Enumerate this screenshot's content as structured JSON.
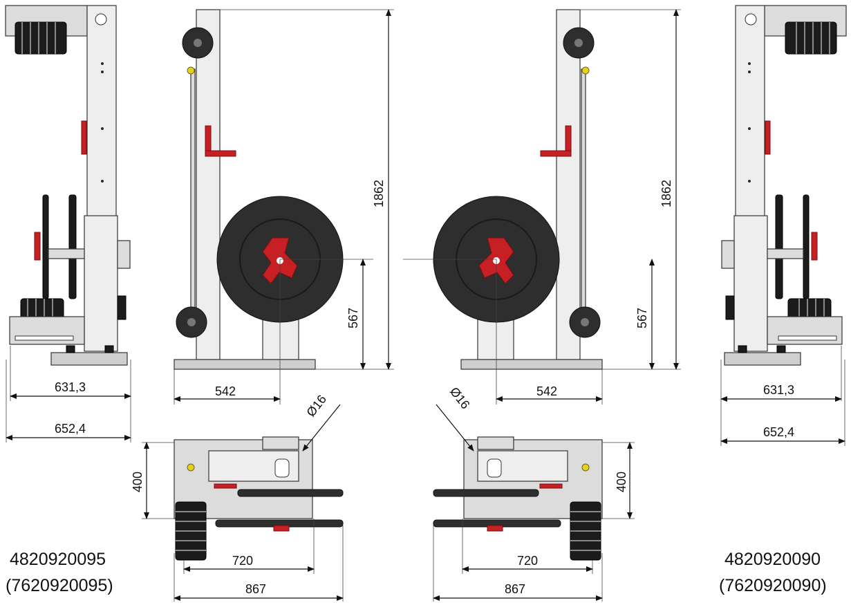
{
  "drawing": {
    "dimensions": {
      "total_height": "1862",
      "axis_height": "567",
      "axis_offset": "542",
      "side_width_inner": "631,3",
      "side_width_outer": "652,4",
      "top_depth": "400",
      "top_inner_width": "720",
      "top_outer_width": "867",
      "shaft_diameter": "Ø16"
    },
    "part_numbers": {
      "left": {
        "primary": "4820920095",
        "secondary": "(7620920095)"
      },
      "right": {
        "primary": "4820920090",
        "secondary": "(7620920090)"
      }
    },
    "colors": {
      "reel": "#2e2e2e",
      "handle": "#c61f24",
      "frame": "#dcdcdc",
      "marker": "#e6d21e"
    }
  }
}
